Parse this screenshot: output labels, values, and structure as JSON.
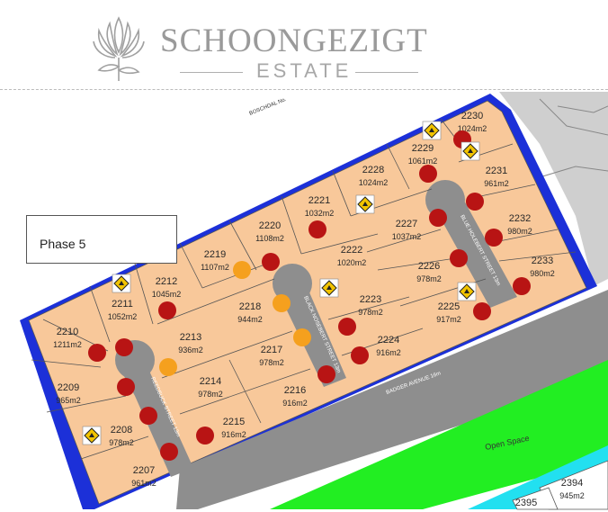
{
  "brand": {
    "name": "SCHOONGEZIGT",
    "sub": "ESTATE"
  },
  "phase_label": "Phase 5",
  "streets": {
    "boschdal": "BOSCHDAL No.",
    "blue_hollow": "BLUE HOLEBERT STREET 13m",
    "black_nose": "BLACK NOSEBERT STREET 13m",
    "reedbuck": "REEDBUCK STREET 13m",
    "badger": "BADGER AVENUE 16m",
    "open_space": "Open Space"
  },
  "lots": [
    {
      "id": "2230",
      "area": "1024m2"
    },
    {
      "id": "2229",
      "area": "1061m2"
    },
    {
      "id": "2231",
      "area": "961m2"
    },
    {
      "id": "2228",
      "area": "1024m2"
    },
    {
      "id": "2221",
      "area": "1032m2"
    },
    {
      "id": "2227",
      "area": "1037m2"
    },
    {
      "id": "2232",
      "area": "980m2"
    },
    {
      "id": "2220",
      "area": "1108m2"
    },
    {
      "id": "2222",
      "area": "1020m2"
    },
    {
      "id": "2219",
      "area": "1107m2"
    },
    {
      "id": "2226",
      "area": "978m2"
    },
    {
      "id": "2233",
      "area": "980m2"
    },
    {
      "id": "2212",
      "area": "1045m2"
    },
    {
      "id": "2218",
      "area": "944m2"
    },
    {
      "id": "2223",
      "area": "978m2"
    },
    {
      "id": "2225",
      "area": "917m2"
    },
    {
      "id": "2211",
      "area": "1052m2"
    },
    {
      "id": "2210",
      "area": "1211m2"
    },
    {
      "id": "2213",
      "area": "936m2"
    },
    {
      "id": "2217",
      "area": "978m2"
    },
    {
      "id": "2224",
      "area": "916m2"
    },
    {
      "id": "2214",
      "area": "978m2"
    },
    {
      "id": "2216",
      "area": "916m2"
    },
    {
      "id": "2209",
      "area": "965m2"
    },
    {
      "id": "2215",
      "area": "916m2"
    },
    {
      "id": "2208",
      "area": "978m2"
    },
    {
      "id": "2207",
      "area": "961m2"
    },
    {
      "id": "2394",
      "area": "945m2"
    },
    {
      "id": "2395",
      "area": ""
    }
  ],
  "colors": {
    "lot": "#f8c89a",
    "road": "#8a8a8a",
    "boundary": "#1428d8",
    "open_space": "#22ee22",
    "cyan_zone": "#22e0f0",
    "sold": "#b81414",
    "reserved": "#f5a01e",
    "neighbour": "#c8c8c8"
  }
}
